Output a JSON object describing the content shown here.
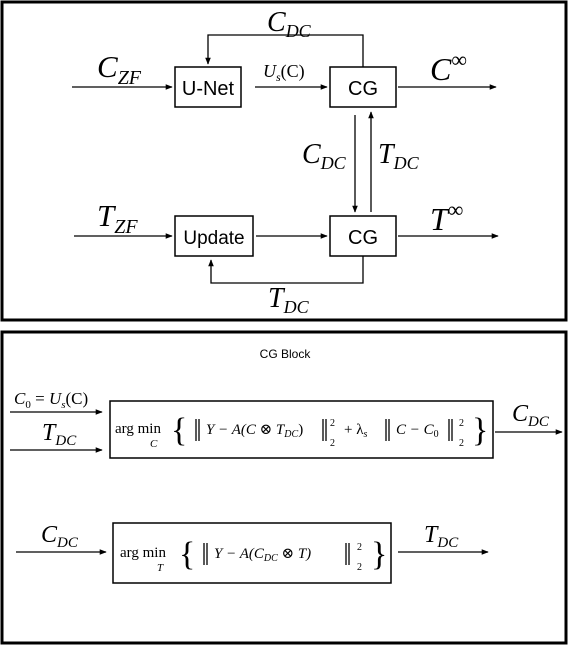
{
  "top_panel": {
    "nodes": {
      "unet": "U-Net",
      "cg_top": "CG",
      "update": "Update",
      "cg_bottom": "CG"
    },
    "labels": {
      "c_dc_feedback": {
        "base": "C",
        "sub": "DC"
      },
      "c_zf": {
        "base": "C",
        "sub": "ZF"
      },
      "us_c": {
        "base": "U",
        "sub": "s",
        "tail": "(C)"
      },
      "c_inf": {
        "base": "C",
        "sup": "∞"
      },
      "c_dc_down": {
        "base": "C",
        "sub": "DC"
      },
      "t_dc_up": {
        "base": "T",
        "sub": "DC"
      },
      "t_zf": {
        "base": "T",
        "sub": "ZF"
      },
      "t_inf": {
        "base": "T",
        "sup": "∞"
      },
      "t_dc_feedback": {
        "base": "T",
        "sub": "DC"
      }
    }
  },
  "bottom_panel": {
    "title": "CG Block",
    "inputs": {
      "c0": {
        "base": "C",
        "sub": "0",
        "eq": " = ",
        "base2": "U",
        "sub2": "s",
        "tail": "(C)"
      },
      "t_dc": {
        "base": "T",
        "sub": "DC"
      },
      "c_dc_in": {
        "base": "C",
        "sub": "DC"
      }
    },
    "outputs": {
      "c_dc_out": {
        "base": "C",
        "sub": "DC"
      },
      "t_dc_out": {
        "base": "T",
        "sub": "DC"
      }
    },
    "formula1": {
      "argmin": "arg min",
      "var": "C",
      "brace_open": "{",
      "brace_close": "}",
      "body_a": "Y − A(C ⊗ T",
      "body_a_sub": "DC",
      "body_b": ")",
      "norm_sup": "2",
      "norm_sub": "2",
      "plus": "+ λ",
      "lambda_sub": "s",
      "body_c": "C − C",
      "c0_sub": "0"
    },
    "formula2": {
      "argmin": "arg min",
      "var": "T",
      "brace_open": "{",
      "brace_close": "}",
      "body_a": "Y − A(C",
      "body_a_sub": "DC",
      "body_b": " ⊗ T)",
      "norm_sup": "2",
      "norm_sub": "2"
    }
  }
}
